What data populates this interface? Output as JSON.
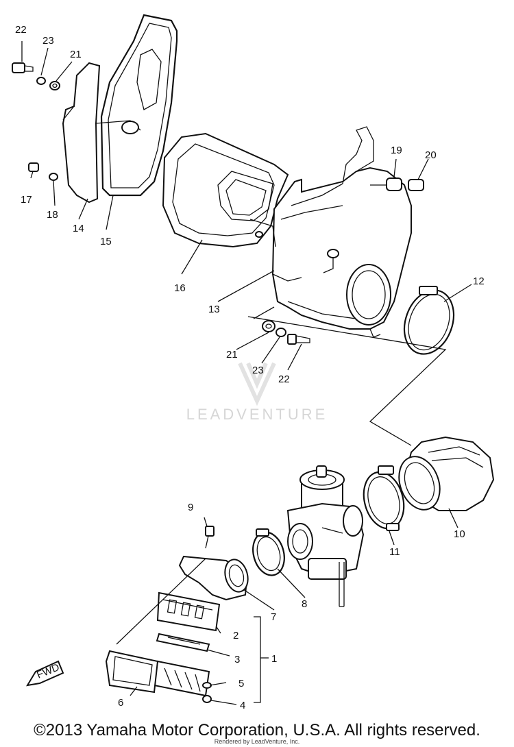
{
  "callouts": [
    "1",
    "2",
    "3",
    "4",
    "5",
    "6",
    "7",
    "8",
    "9",
    "10",
    "11",
    "12",
    "13",
    "14",
    "15",
    "16",
    "17",
    "18",
    "19",
    "20",
    "21",
    "22",
    "23"
  ],
  "fwd_label": "FWD",
  "watermark": "LEADVENTURE",
  "copyright": "©2013 Yamaha Motor Corporation, U.S.A. All rights reserved.",
  "rendered_by": "Rendered by LeadVenture, Inc."
}
